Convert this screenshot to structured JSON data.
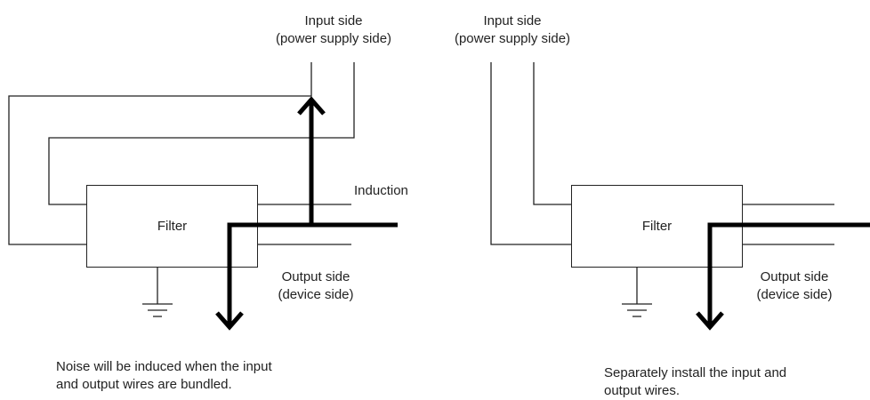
{
  "colors": {
    "line": "#222222",
    "background": "#ffffff"
  },
  "left": {
    "input_label_line1": "Input side",
    "input_label_line2": "(power supply side)",
    "filter_label": "Filter",
    "induction_label": "Induction",
    "output_label_line1": "Output side",
    "output_label_line2": "(device side)",
    "caption_line1": "Noise will be induced when the input",
    "caption_line2": "and output wires are bundled."
  },
  "right": {
    "input_label_line1": "Input side",
    "input_label_line2": "(power supply side)",
    "filter_label": "Filter",
    "output_label_line1": "Output side",
    "output_label_line2": "(device side)",
    "caption_line1": "Separately install the input and",
    "caption_line2": "output wires."
  }
}
